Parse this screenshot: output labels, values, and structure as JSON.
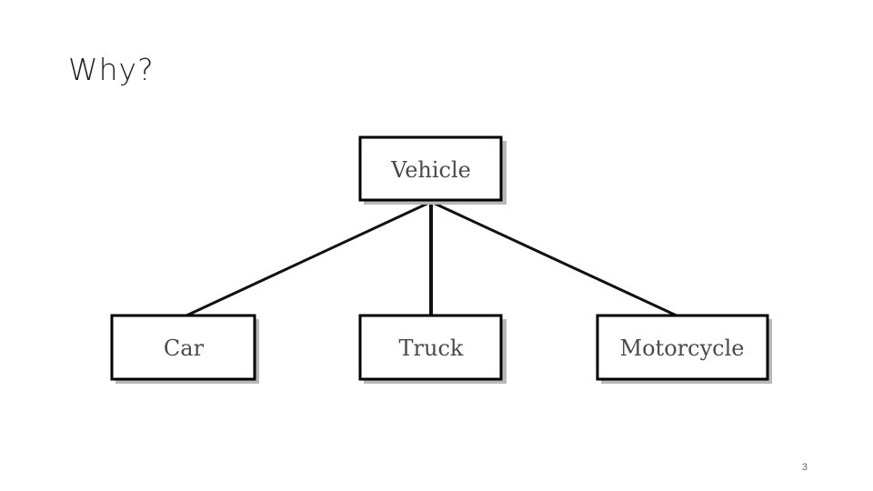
{
  "slide": {
    "title": "Why?",
    "page_number": "3"
  },
  "diagram": {
    "root": "Vehicle",
    "children": [
      "Car",
      "Truck",
      "Motorcycle"
    ]
  },
  "colors": {
    "box_border": "#000000",
    "box_shadow": "#b8b8b8",
    "connector": "#111111",
    "label_text": "#4a4a4a"
  }
}
